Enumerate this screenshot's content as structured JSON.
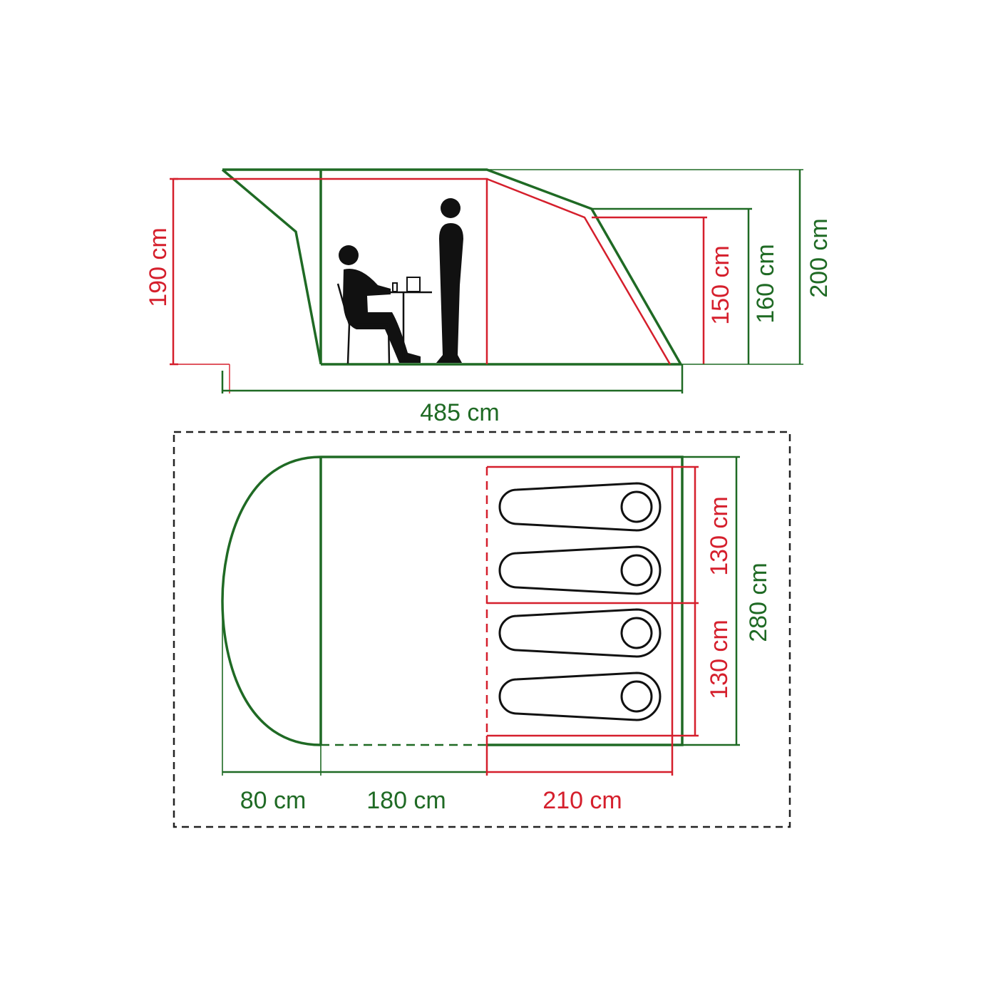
{
  "colors": {
    "outer": "#1f6a24",
    "inner": "#d51f2c"
  },
  "side_view": {
    "awning_height": "190 cm",
    "bedroom_height": "150 cm",
    "rear_height": "160 cm",
    "total_height": "200 cm",
    "total_length": "485 cm"
  },
  "top_view": {
    "bedroom_width_1": "130 cm",
    "bedroom_width_2": "130 cm",
    "total_width": "280 cm",
    "porch_depth": "80 cm",
    "living_depth": "180 cm",
    "bedroom_depth": "210 cm",
    "sleeping_bags": 4
  }
}
